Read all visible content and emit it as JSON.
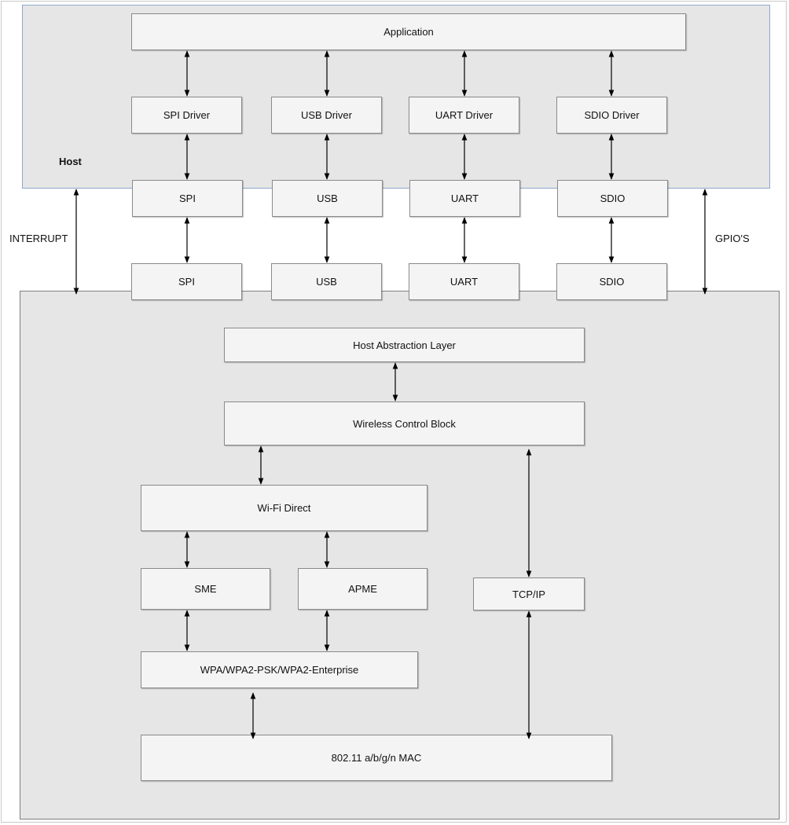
{
  "host_region": {
    "label": "Host"
  },
  "side_labels": {
    "interrupt": "INTERRUPT",
    "gpios": "GPIO'S"
  },
  "host_blocks": {
    "application": "Application",
    "drivers": [
      "SPI Driver",
      "USB Driver",
      "UART Driver",
      "SDIO Driver"
    ],
    "host_interfaces": [
      "SPI",
      "USB",
      "UART",
      "SDIO"
    ]
  },
  "device_blocks": {
    "device_interfaces": [
      "SPI",
      "USB",
      "UART",
      "SDIO"
    ],
    "host_abstraction_layer": "Host Abstraction Layer",
    "wireless_control_block": "Wireless Control Block",
    "wifi_direct": "Wi-Fi Direct",
    "sme": "SME",
    "apme": "APME",
    "tcp_ip": "TCP/IP",
    "wpa": "WPA/WPA2-PSK/WPA2-Enterprise",
    "mac": "802.11 a/b/g/n MAC"
  },
  "colors": {
    "region_fill": "#e6e6e6",
    "box_fill": "#f4f4f4",
    "host_border": "#8fa6cf",
    "line": "#000000"
  }
}
